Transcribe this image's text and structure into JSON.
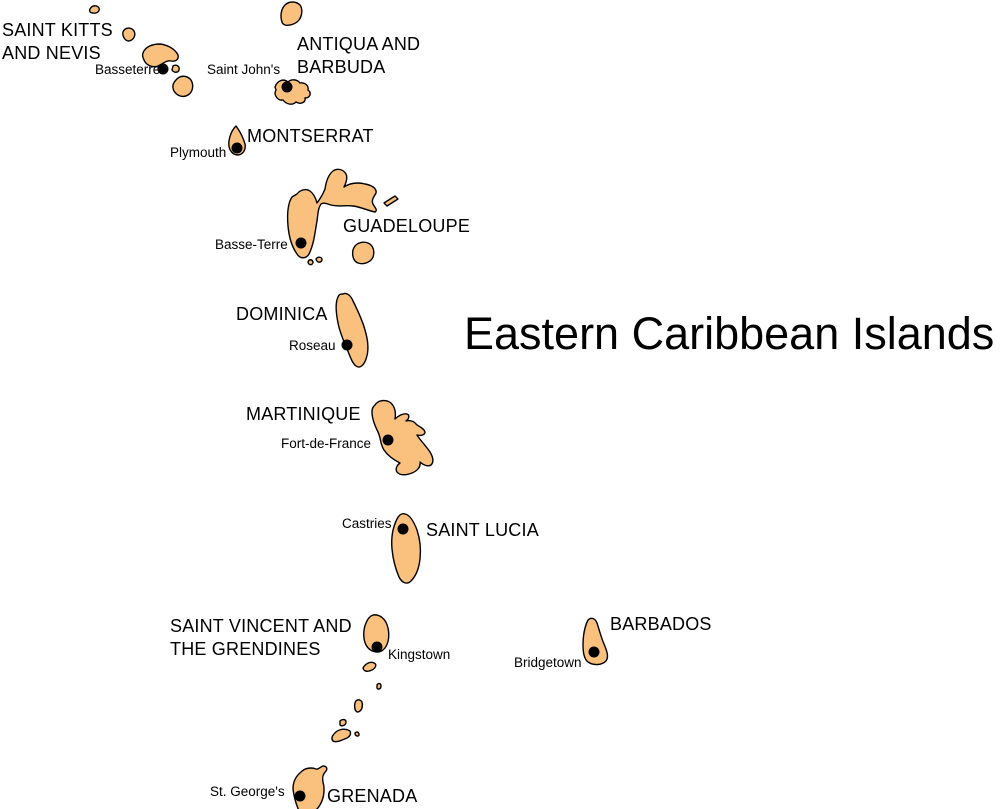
{
  "map": {
    "title": "Eastern Caribbean Islands",
    "colors": {
      "background": "#ffffff",
      "island_fill": "#FAC07E",
      "island_outline": "#000000",
      "text": "#000000",
      "capital_dot": "#000000"
    },
    "countries": [
      {
        "label": "SAINT KITTS\nAND NEVIS",
        "capital": "Basseterre"
      },
      {
        "label": "ANTIQUA AND\nBARBUDA",
        "capital": "Saint John's"
      },
      {
        "label": "MONTSERRAT",
        "capital": "Plymouth"
      },
      {
        "label": "GUADELOUPE",
        "capital": "Basse-Terre"
      },
      {
        "label": "DOMINICA",
        "capital": "Roseau"
      },
      {
        "label": "MARTINIQUE",
        "capital": "Fort-de-France"
      },
      {
        "label": "SAINT LUCIA",
        "capital": "Castries"
      },
      {
        "label": "SAINT VINCENT AND\nTHE GRENDINES",
        "capital": "Kingstown"
      },
      {
        "label": "BARBADOS",
        "capital": "Bridgetown"
      },
      {
        "label": "GRENADA",
        "capital": "St. George's"
      }
    ]
  }
}
